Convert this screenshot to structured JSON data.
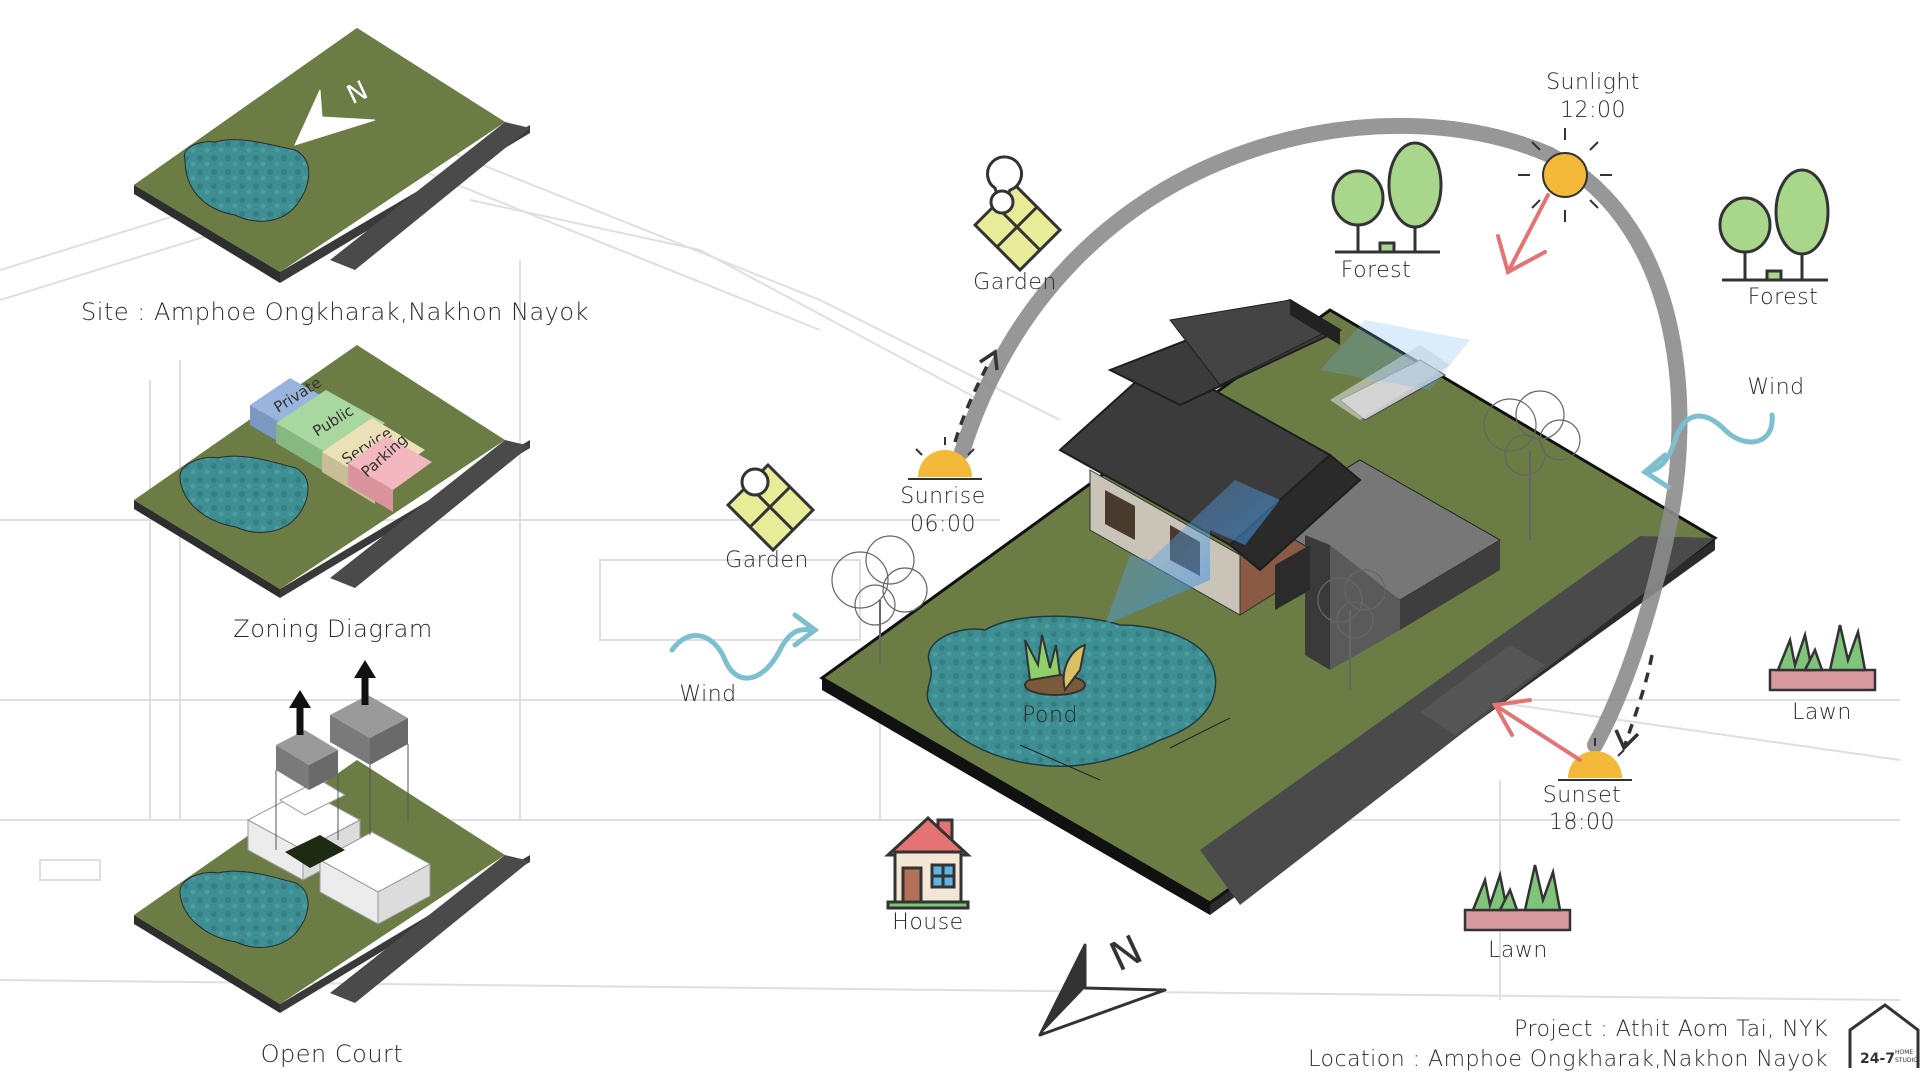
{
  "left_diagrams": {
    "site_label": "Site : Amphoe Ongkharak,Nakhon Nayok",
    "zoning_label": "Zoning Diagram",
    "open_court_label": "Open Court",
    "zones": [
      "Private",
      "Public",
      "Service",
      "Parking"
    ],
    "north_letter": "N"
  },
  "main_diagram": {
    "sunlight_label": "Sunlight",
    "sunlight_time": "12:00",
    "sunrise_label": "Sunrise",
    "sunrise_time": "06:00",
    "sunset_label": "Sunset",
    "sunset_time": "18:00",
    "forest_label_1": "Forest",
    "forest_label_2": "Forest",
    "garden_label_1": "Garden",
    "garden_label_2": "Garden",
    "wind_label_left": "Wind",
    "wind_label_right": "Wind",
    "lawn_label_1": "Lawn",
    "lawn_label_2": "Lawn",
    "pond_label": "Pond",
    "house_label": "House",
    "north_letter": "N"
  },
  "footer": {
    "project": "Project : Athit Aom Tai, NYK",
    "location": "Location : Amphoe Ongkharak,Nakhon Nayok",
    "logo_text": "24-7",
    "logo_sub_1": "HOME",
    "logo_sub_2": "STUDIO"
  },
  "colors": {
    "grass": "#6b7d45",
    "pond": "#3e8f93",
    "road": "#4a4a4a",
    "roof": "#3b3b3b",
    "sun": "#f5b93a",
    "wind": "#7cbfcf",
    "sun_arrow": "#e57373",
    "shade": "#4f9de0"
  }
}
